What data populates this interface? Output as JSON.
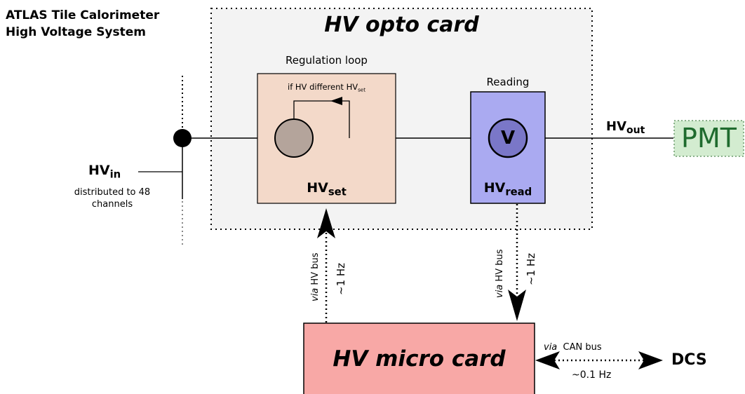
{
  "system_title_line1": "ATLAS Tile Calorimeter",
  "system_title_line2": "High Voltage System",
  "opto_card": {
    "title": "HV opto card"
  },
  "regulation": {
    "heading": "Regulation loop",
    "condition_prefix": "if HV different HV",
    "condition_sub": "set",
    "label_main": "HV",
    "label_sub": "set"
  },
  "reading": {
    "heading": "Reading",
    "meter_symbol": "V",
    "label_main": "HV",
    "label_sub": "read"
  },
  "hv_in": {
    "label_main": "HV",
    "label_sub": "in",
    "note_line1": "distributed to 48",
    "note_line2": "channels"
  },
  "hv_out": {
    "label_main": "HV",
    "label_sub": "out"
  },
  "pmt": {
    "label": "PMT"
  },
  "micro_card": {
    "title": "HV micro card"
  },
  "link_set": {
    "via": "via",
    "bus": "HV bus",
    "rate": "~1 Hz"
  },
  "link_read": {
    "via": "via",
    "bus": "HV bus",
    "rate": "~1 Hz"
  },
  "can_link": {
    "via": "via",
    "bus": "CAN bus",
    "rate": "~0.1 Hz"
  },
  "dcs": {
    "label": "DCS"
  },
  "colors": {
    "opto_fill": "#f3f3f3",
    "regulation_fill": "#f3d9c9",
    "regulator_fill": "#b4a49b",
    "reading_fill": "#aaaaf1",
    "meter_fill": "#7a77c8",
    "pmt_fill": "#d3ecd0",
    "pmt_text": "#1f6b2e",
    "micro_fill": "#f8a8a6"
  }
}
